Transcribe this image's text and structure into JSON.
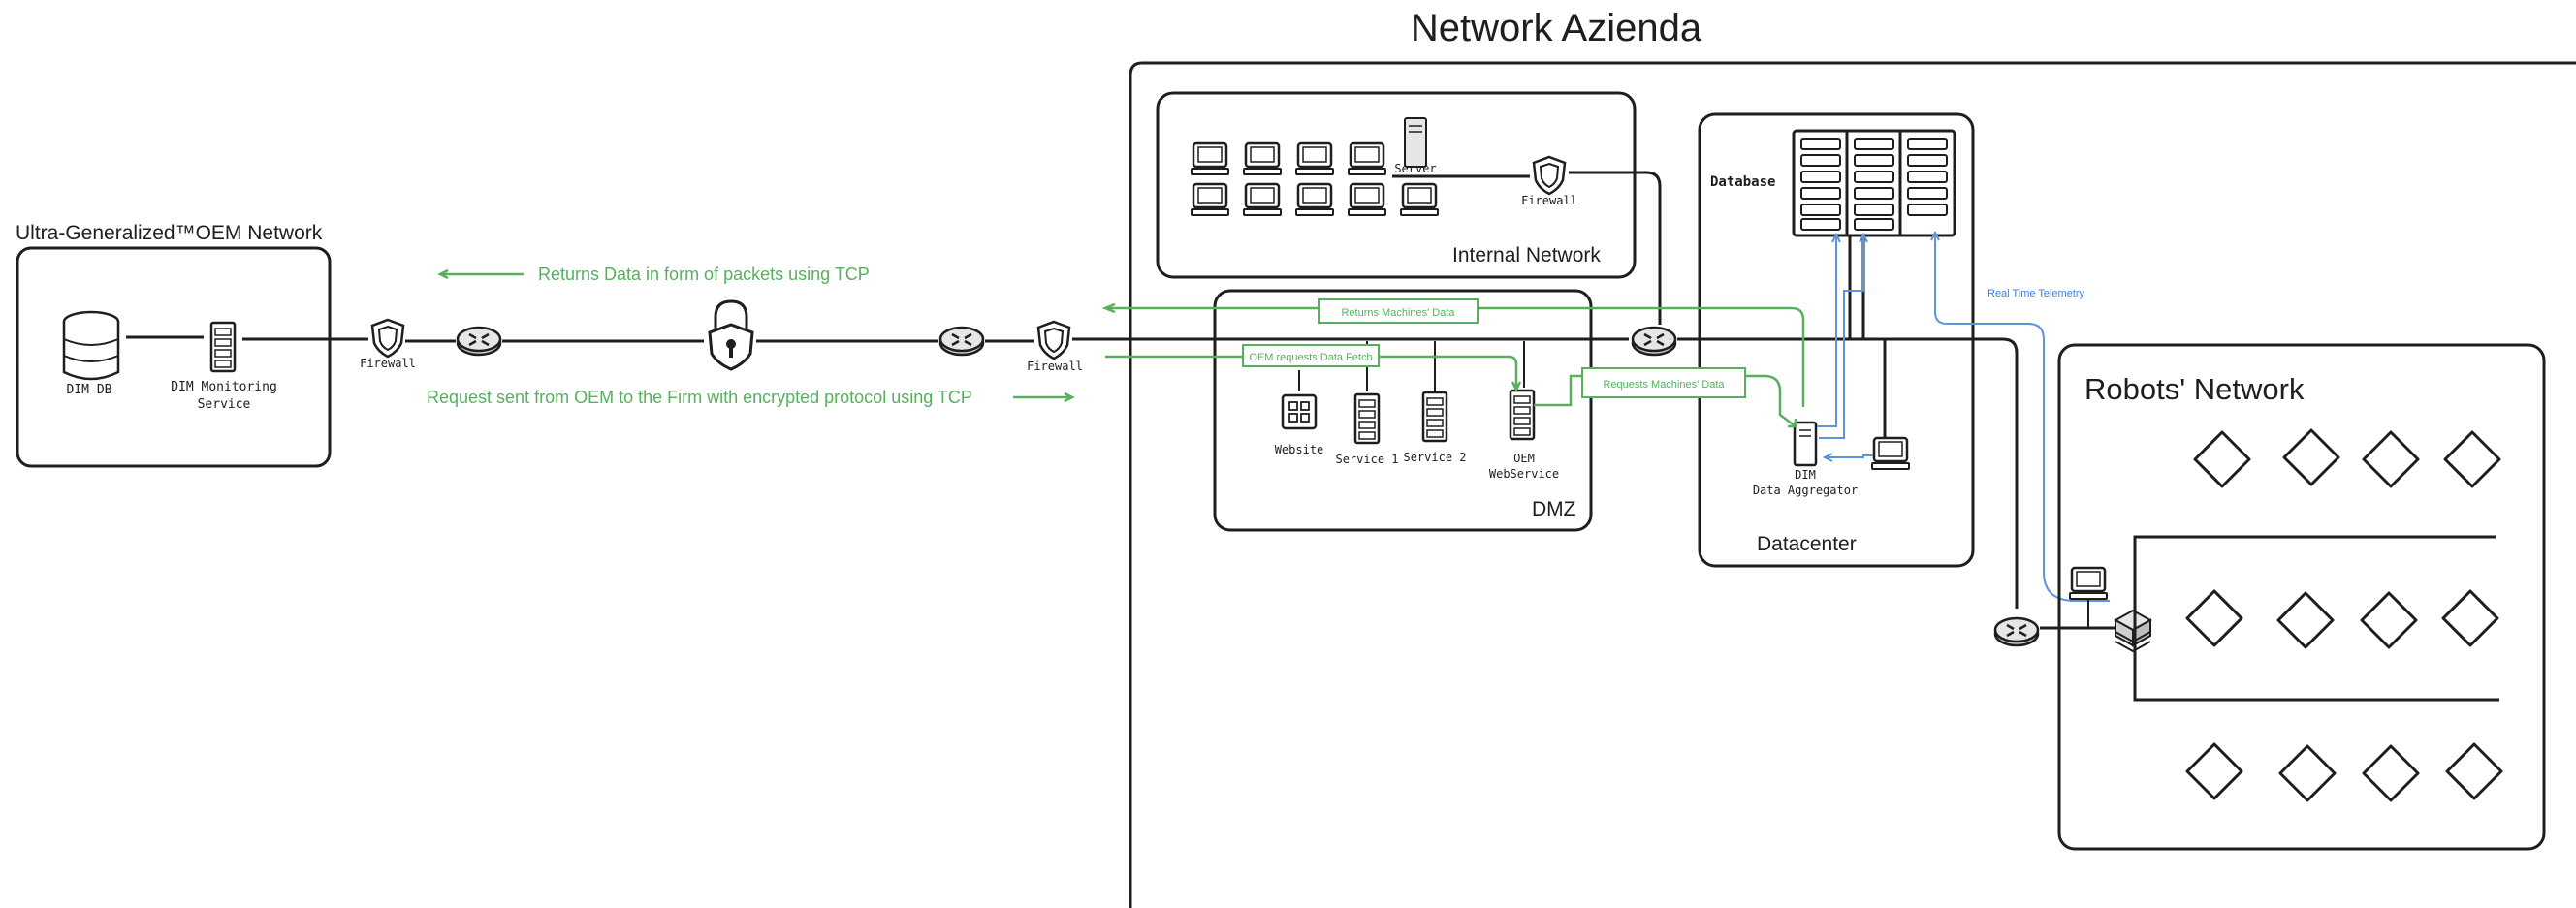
{
  "diagram": {
    "title": "Network Azienda",
    "oem_network": {
      "label": "Ultra-Generalized™OEM Network",
      "db_label": "DIM DB",
      "monitoring_label_1": "DIM Monitoring",
      "monitoring_label_2": "Service",
      "firewall_label": "Firewall"
    },
    "internal_network": {
      "label": "Internal Network",
      "server_label": "Server",
      "firewall_label": "Firewall"
    },
    "dmz": {
      "label": "DMZ",
      "website_label": "Website",
      "service1_label": "Service 1",
      "service2_label": "Service 2",
      "oem_ws_label_1": "OEM",
      "oem_ws_label_2": "WebService"
    },
    "datacenter": {
      "label": "Datacenter",
      "database_label": "Database",
      "aggregator_label_1": "DIM",
      "aggregator_label_2": "Data Aggregator"
    },
    "robots_network": {
      "label": "Robots' Network"
    },
    "edge_firewall_label": "Firewall",
    "flows": {
      "returns_packets": "Returns Data in form of packets using TCP",
      "request_encrypted": "Request sent from OEM to the Firm with encrypted protocol using TCP",
      "returns_machines": "Returns Machines' Data",
      "oem_requests_fetch": "OEM requests Data Fetch",
      "requests_machines": "Requests Machines' Data",
      "real_time_telemetry": "Real Time Telemetry"
    },
    "colors": {
      "stroke": "#1e1e1e",
      "flow_green": "#58b05e",
      "telemetry_blue": "#5c93dc"
    }
  }
}
